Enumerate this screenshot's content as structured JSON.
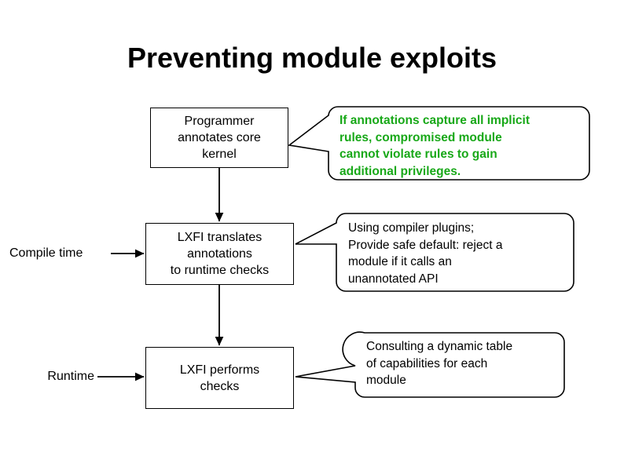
{
  "slide": {
    "title": "Preventing module exploits",
    "background_color": "#ffffff",
    "text_color": "#000000",
    "accent_color": "#18a818"
  },
  "stage_labels": {
    "compile_time": "Compile time",
    "runtime": "Runtime"
  },
  "flow": {
    "boxes": [
      {
        "id": "programmer-annotates",
        "lines": [
          "Programmer",
          "annotates core",
          "kernel"
        ],
        "text": "Programmer annotates core kernel"
      },
      {
        "id": "lxfi-translates",
        "lines": [
          "LXFI translates",
          "annotations",
          "to runtime checks"
        ],
        "text": "LXFI translates annotations to runtime checks"
      },
      {
        "id": "lxfi-performs-checks",
        "lines": [
          "LXFI performs",
          "checks"
        ],
        "text": "LXFI performs checks"
      }
    ]
  },
  "callouts": [
    {
      "id": "annotations-capture-rules",
      "color": "#18a818",
      "bold": true,
      "lines": [
        "If annotations capture all implicit",
        "rules, compromised module",
        "cannot violate rules to gain",
        "additional privileges."
      ],
      "text": "If annotations capture all implicit rules, compromised module cannot violate rules to gain additional privileges."
    },
    {
      "id": "compiler-plugins",
      "color": "#000000",
      "bold": false,
      "lines": [
        "Using compiler plugins;",
        "Provide safe default: reject a",
        "module if it calls an",
        "unannotated API"
      ],
      "text": "Using compiler plugins; Provide safe default: reject a module if it calls an unannotated API"
    },
    {
      "id": "dynamic-capability-table",
      "color": "#000000",
      "bold": false,
      "lines": [
        "Consulting a dynamic table",
        "of capabilities for each",
        "module"
      ],
      "text": "Consulting a dynamic table of capabilities for each module"
    }
  ]
}
